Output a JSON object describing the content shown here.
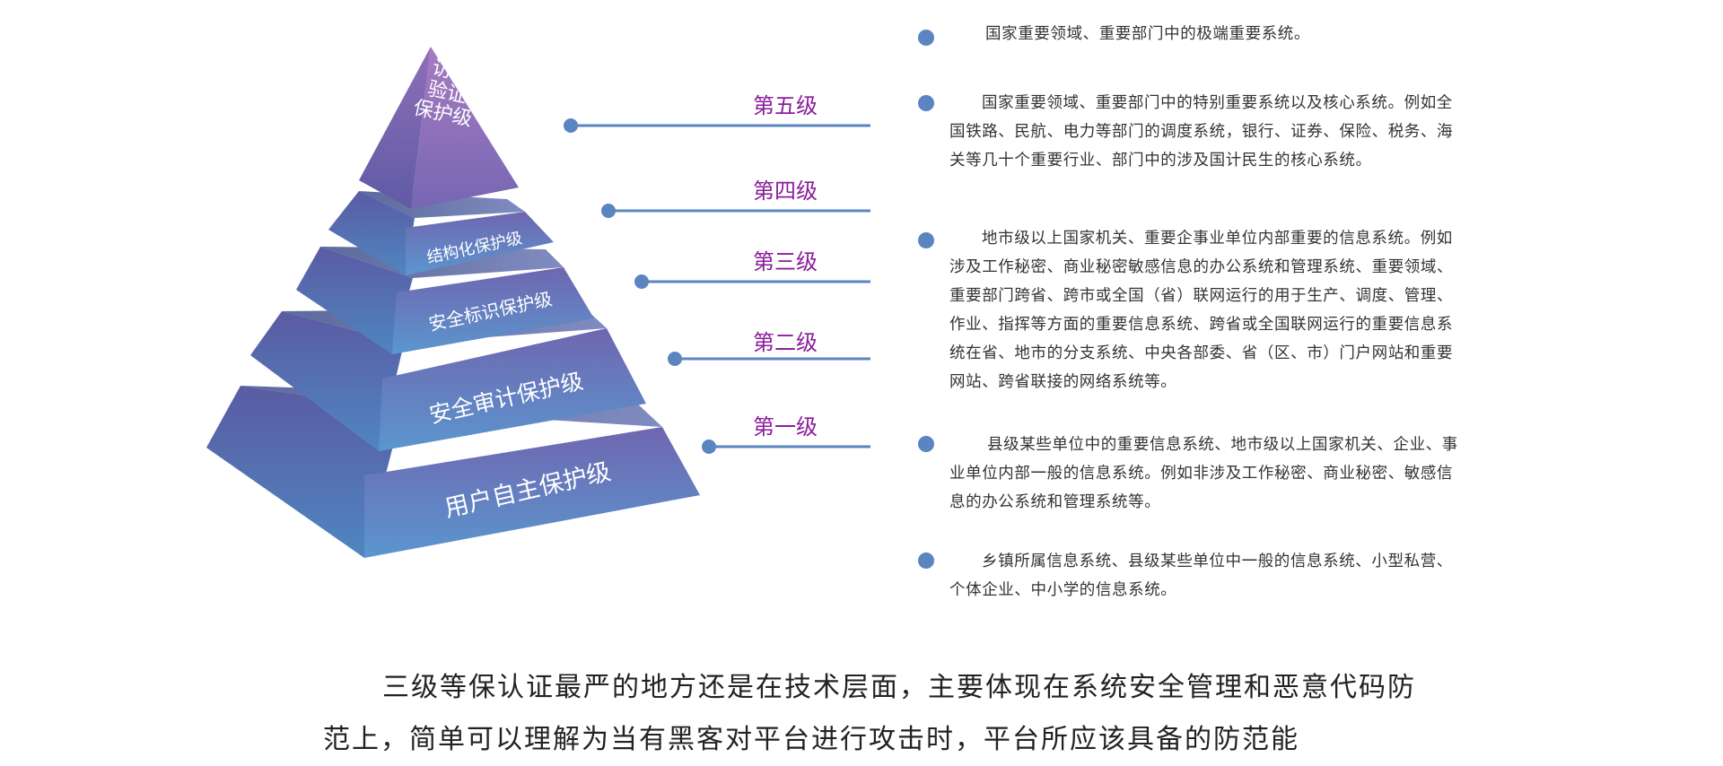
{
  "colors": {
    "pyramid_top": "#9a6fb8",
    "pyramid_side": "#5a62a8",
    "pyramid_bottom": "#5e97cf",
    "line": "#5b85c0",
    "dot": "#5b85c0",
    "level_text": "#8b1d9b",
    "label_text": "#ffffff"
  },
  "pyramid": {
    "tiers": [
      {
        "label": "访问\n验证\n保护级"
      },
      {
        "label": "结构化保护级"
      },
      {
        "label": "安全标识保护级"
      },
      {
        "label": "安全审计保护级"
      },
      {
        "label": "用户自主保护级"
      }
    ]
  },
  "levels": [
    {
      "label": "第五级"
    },
    {
      "label": "第四级"
    },
    {
      "label": "第三级"
    },
    {
      "label": "第二级"
    },
    {
      "label": "第一级"
    }
  ],
  "descriptions": [
    {
      "text": "国家重要领域、重要部门中的极端重要系统。"
    },
    {
      "text": "国家重要领域、重要部门中的特别重要系统以及核心系统。例如全国铁路、民航、电力等部门的调度系统，银行、证券、保险、税务、海关等几十个重要行业、部门中的涉及国计民生的核心系统。"
    },
    {
      "text": "地市级以上国家机关、重要企事业单位内部重要的信息系统。例如涉及工作秘密、商业秘密敏感信息的办公系统和管理系统、重要领域、重要部门跨省、跨市或全国（省）联网运行的用于生产、调度、管理、作业、指挥等方面的重要信息系统、跨省或全国联网运行的重要信息系统在省、地市的分支系统、中央各部委、省（区、市）门户网站和重要网站、跨省联接的网络系统等。"
    },
    {
      "text": "县级某些单位中的重要信息系统、地市级以上国家机关、企业、事业单位内部一般的信息系统。例如非涉及工作秘密、商业秘密、敏感信息的办公系统和管理系统等。"
    },
    {
      "text": "乡镇所属信息系统、县级某些单位中一般的信息系统、小型私营、个体企业、中小学的信息系统。"
    }
  ],
  "paragraph": "三级等保认证最严的地方还是在技术层面，主要体现在系统安全管理和恶意代码防范上，简单可以理解为当有黑客对平台进行攻击时，平台所应该具备的防范能"
}
